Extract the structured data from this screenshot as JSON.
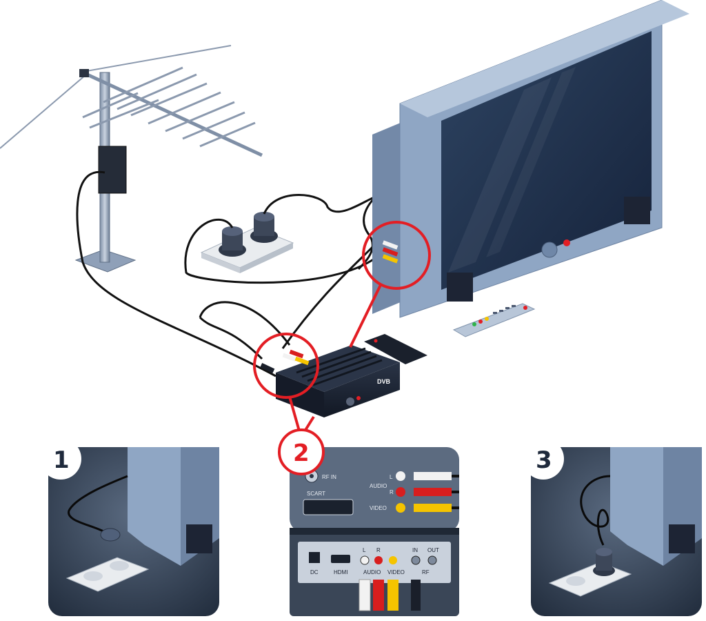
{
  "steps": [
    {
      "number": "1"
    },
    {
      "number": "2"
    },
    {
      "number": "3"
    }
  ],
  "tuner": {
    "logo": "DVB"
  },
  "panel_top": {
    "rf_in": "RF IN",
    "scart": "SCART",
    "audio": "AUDIO",
    "audio_l": "L",
    "audio_r": "R",
    "video": "VIDEO"
  },
  "panel_bottom": {
    "dc": "DC",
    "hdmi": "HDMI",
    "audio": "AUDIO",
    "audio_l": "L",
    "audio_r": "R",
    "video": "VIDEO",
    "rf_in": "IN",
    "rf_out": "OUT",
    "rf": "RF"
  },
  "colors": {
    "highlight": "#e31e24",
    "tv_body": "#8fa6c4",
    "screen": "#22344e",
    "cable": "#111111",
    "rca_white": "#f2f2f2",
    "rca_red": "#d81e1e",
    "rca_yellow": "#f5c400"
  }
}
